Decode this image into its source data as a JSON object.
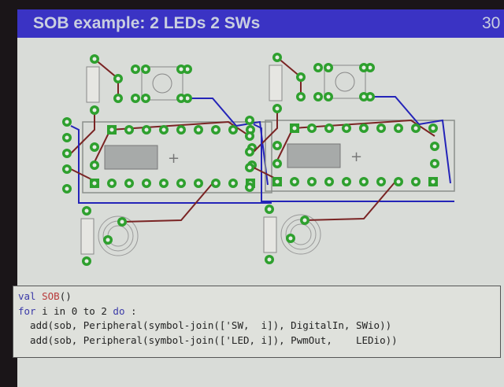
{
  "slide": {
    "title": "SOB example: 2 LEDs 2 SWs",
    "page_number": "30"
  },
  "code": {
    "line1": {
      "kw": "val",
      "name": "SOB",
      "rest": "()"
    },
    "line2": {
      "kw1": "for",
      "mid": " i in 0 to 2 ",
      "kw2": "do",
      "rest": " :"
    },
    "line3": "  add(sob, Peripheral(symbol-join(['SW,  i]), DigitalIn, SWio))",
    "line4": "  add(sob, Peripheral(symbol-join(['LED, i]), PwmOut,    LEDio))"
  },
  "colors": {
    "title_bar": "#3a33c4",
    "pad": "#2ea02e",
    "trace_red": "#7a2424",
    "trace_blue": "#2424b8"
  }
}
